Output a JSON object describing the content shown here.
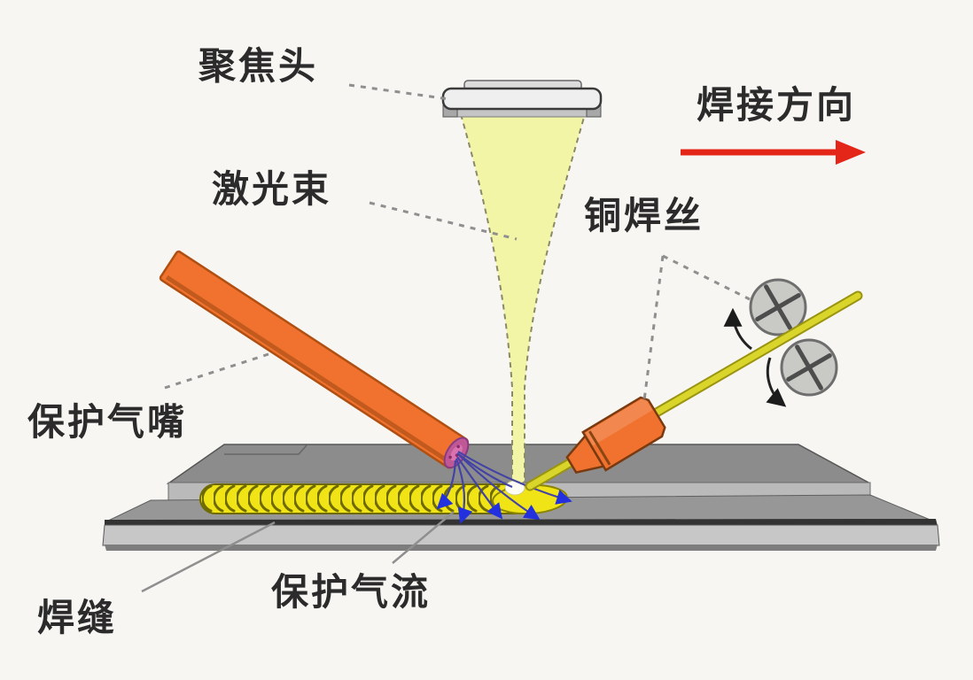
{
  "labels": {
    "focusing_head": "聚焦头",
    "laser_beam": "激光束",
    "welding_direction": "焊接方向",
    "copper_wire": "铜焊丝",
    "shielding_gas_nozzle": "保护气嘴",
    "shielding_gas_flow": "保护气流",
    "weld_seam": "焊缝"
  },
  "colors": {
    "background": "#f7f6f3",
    "label_text": "#2b2b2b",
    "direction_arrow_red": "#e42618",
    "laser_beam_fill": "#f3f5a6",
    "orange_parts": "#f0722e",
    "filler_wire_yellow": "#d9d52a",
    "weld_seam_yellow": "#f0e416",
    "gas_flow_blue": "#4343a5",
    "gas_arrow_blue": "#2231dd",
    "nozzle_opening_pink": "#c05898",
    "plate_top_gray": "#8c8c8c",
    "plate_front_light_gray": "#bababa"
  }
}
